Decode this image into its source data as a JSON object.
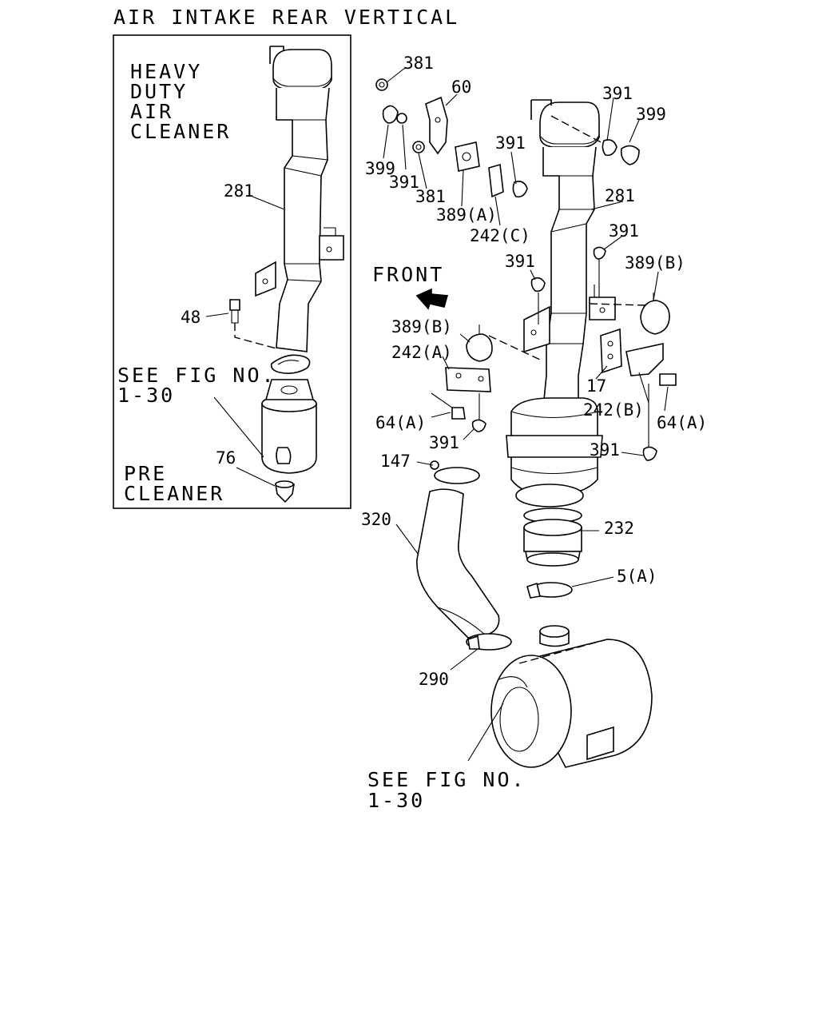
{
  "title": "AIR INTAKE REAR VERTICAL",
  "inset": {
    "heading": [
      "HEAVY",
      "DUTY",
      "AIR",
      "CLEANER"
    ],
    "pre_cleaner": [
      "PRE",
      "CLEANER"
    ],
    "see_fig": [
      "SEE FIG NO.",
      "1-30"
    ],
    "callouts": {
      "c281": "281",
      "c48": "48",
      "c76": "76"
    }
  },
  "front_label": "FRONT",
  "see_fig_main": [
    "SEE FIG NO.",
    "1-30"
  ],
  "callouts": {
    "c381_top": "381",
    "c60": "60",
    "c391_top": "391",
    "c399_right": "399",
    "c391_mid": "391",
    "c399_left": "399",
    "c391_left": "391",
    "c381_left": "381",
    "c389a": "389(A)",
    "c242c": "242(C)",
    "c281": "281",
    "c391_r2": "391",
    "c391_c": "391",
    "c389b_right": "389(B)",
    "c389b_left": "389(B)",
    "c242a": "242(A)",
    "c17": "17",
    "c242b": "242(B)",
    "c64a_left": "64(A)",
    "c64a_right": "64(A)",
    "c391_low": "391",
    "c391_low_right": "391",
    "c147": "147",
    "c320": "320",
    "c232": "232",
    "c5a": "5(A)",
    "c290": "290"
  }
}
